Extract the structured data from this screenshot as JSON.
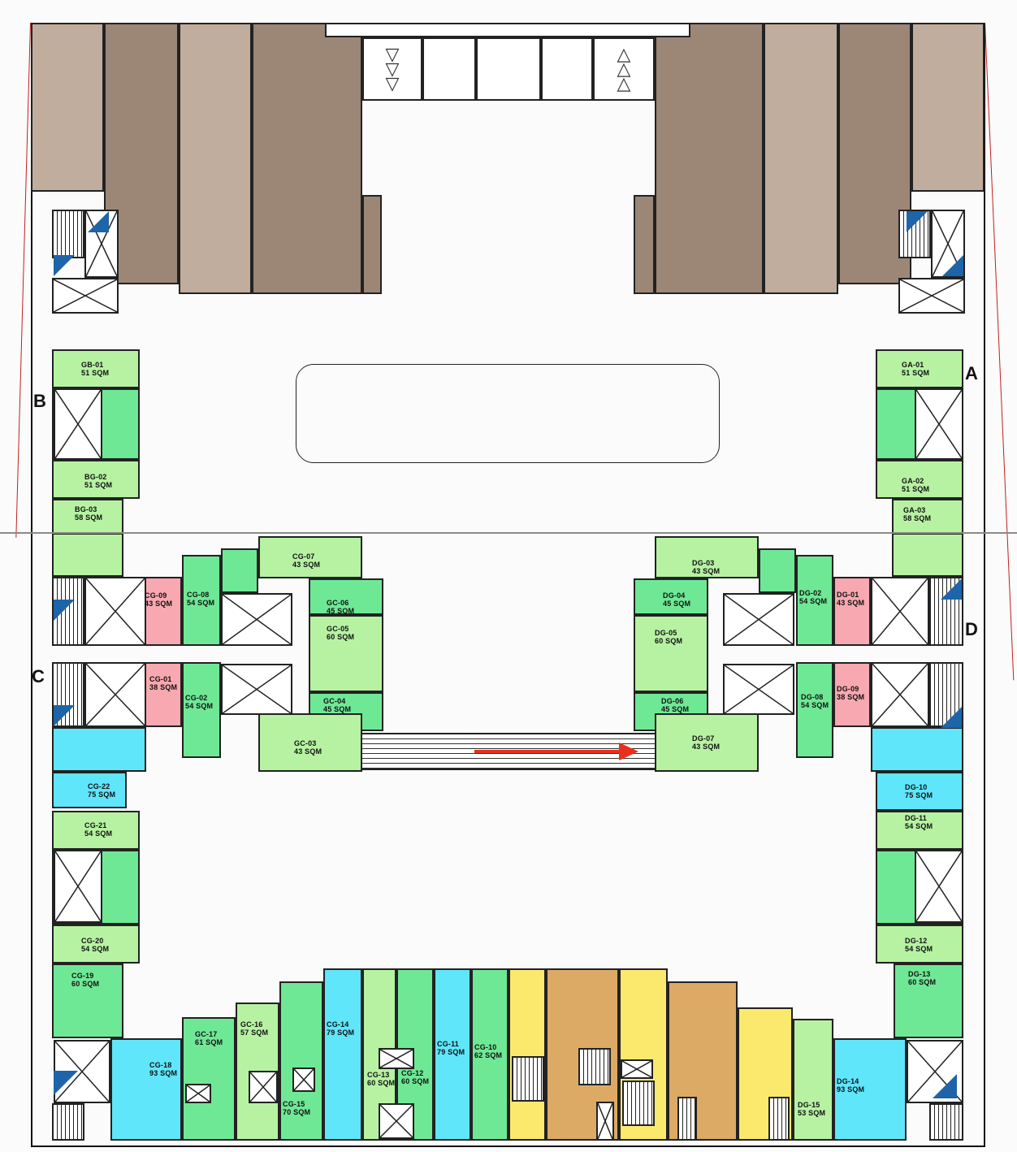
{
  "title": "Ground floor plan – residential blocks A, B, C, D",
  "block_letters": {
    "a": "A",
    "b": "B",
    "c": "C",
    "d": "D"
  },
  "colors": {
    "shop_dark": "#9c8676",
    "shop_light": "#c0ad9d",
    "unit_light_green": "#b6f2a2",
    "unit_green": "#6fe896",
    "unit_cyan": "#5fe6fb",
    "unit_pink": "#f7a8b0",
    "unit_yellow": "#fbe96e",
    "unit_orange": "#dcaa64",
    "flow_arrow": "#e8301c",
    "stair_blue": "#1e64a8"
  },
  "units": [
    {
      "id": "GB-01",
      "area": "51  SQM"
    },
    {
      "id": "BG-02",
      "area": "51  SQM"
    },
    {
      "id": "BG-03",
      "area": "58  SQM"
    },
    {
      "id": "GA-01",
      "area": "51  SQM"
    },
    {
      "id": "GA-02",
      "area": "51  SQM"
    },
    {
      "id": "GA-03",
      "area": "58  SQM"
    },
    {
      "id": "CG-09",
      "area": "43  SQM"
    },
    {
      "id": "CG-08",
      "area": "54  SQM"
    },
    {
      "id": "CG-07",
      "area": "43  SQM"
    },
    {
      "id": "GC-06",
      "area": "45  SQM"
    },
    {
      "id": "GC-05",
      "area": "60  SQM"
    },
    {
      "id": "GC-04",
      "area": "45  SQM"
    },
    {
      "id": "GC-03",
      "area": "43  SQM"
    },
    {
      "id": "CG-02",
      "area": "54  SQM"
    },
    {
      "id": "CG-01",
      "area": "38  SQM"
    },
    {
      "id": "CG-22",
      "area": "75  SQM"
    },
    {
      "id": "CG-21",
      "area": "54  SQM"
    },
    {
      "id": "CG-20",
      "area": "54  SQM"
    },
    {
      "id": "CG-19",
      "area": "60  SQM"
    },
    {
      "id": "CG-18",
      "area": "93  SQM"
    },
    {
      "id": "GC-17",
      "area": "61  SQM"
    },
    {
      "id": "GC-16",
      "area": "57  SQM"
    },
    {
      "id": "CG-15",
      "area": "70  SQM"
    },
    {
      "id": "CG-14",
      "area": "79  SQM"
    },
    {
      "id": "CG-13",
      "area": "60 SQM"
    },
    {
      "id": "CG-12",
      "area": "60 SQM"
    },
    {
      "id": "CG-11",
      "area": "79 SQM"
    },
    {
      "id": "CG-10",
      "area": "62  SQM"
    },
    {
      "id": "DG-03",
      "area": "43  SQM"
    },
    {
      "id": "DG-04",
      "area": "45  SQM"
    },
    {
      "id": "DG-05",
      "area": "60  SQM"
    },
    {
      "id": "DG-06",
      "area": "45  SQM"
    },
    {
      "id": "DG-07",
      "area": "43  SQM"
    },
    {
      "id": "DG-02",
      "area": "54  SQM"
    },
    {
      "id": "DG-01",
      "area": "43  SQM"
    },
    {
      "id": "DG-08",
      "area": "54  SQM"
    },
    {
      "id": "DG-09",
      "area": "38  SQM"
    },
    {
      "id": "DG-10",
      "area": "75  SQM"
    },
    {
      "id": "DG-11",
      "area": "54  SQM"
    },
    {
      "id": "DG-12",
      "area": "54  SQM"
    },
    {
      "id": "DG-13",
      "area": "60  SQM"
    },
    {
      "id": "DG-14",
      "area": "93  SQM"
    },
    {
      "id": "DG-15",
      "area": "53 SQM"
    }
  ]
}
